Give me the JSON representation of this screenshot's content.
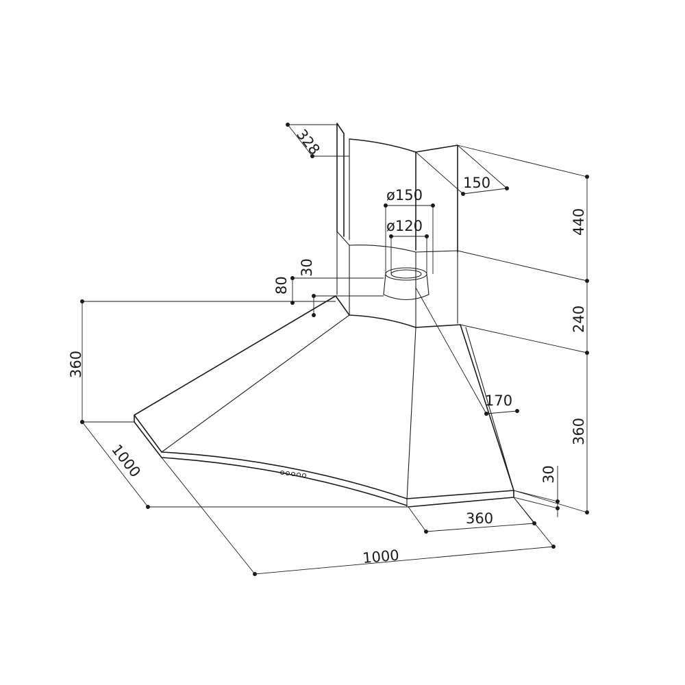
{
  "dimensions": {
    "chimney_depth": "328",
    "chimney_width": "150",
    "outlet_outer_diameter": "ø150",
    "outlet_inner_diameter": "ø120",
    "outlet_height": "30",
    "outlet_offset": "80",
    "chimney_upper_height": "440",
    "chimney_lower_height": "240",
    "hood_height_left": "360",
    "hood_height_right": "360",
    "hood_front_step": "170",
    "rim_height": "30",
    "side_depth_right": "360",
    "side_length_left": "1000",
    "side_length_bottom": "1000"
  }
}
